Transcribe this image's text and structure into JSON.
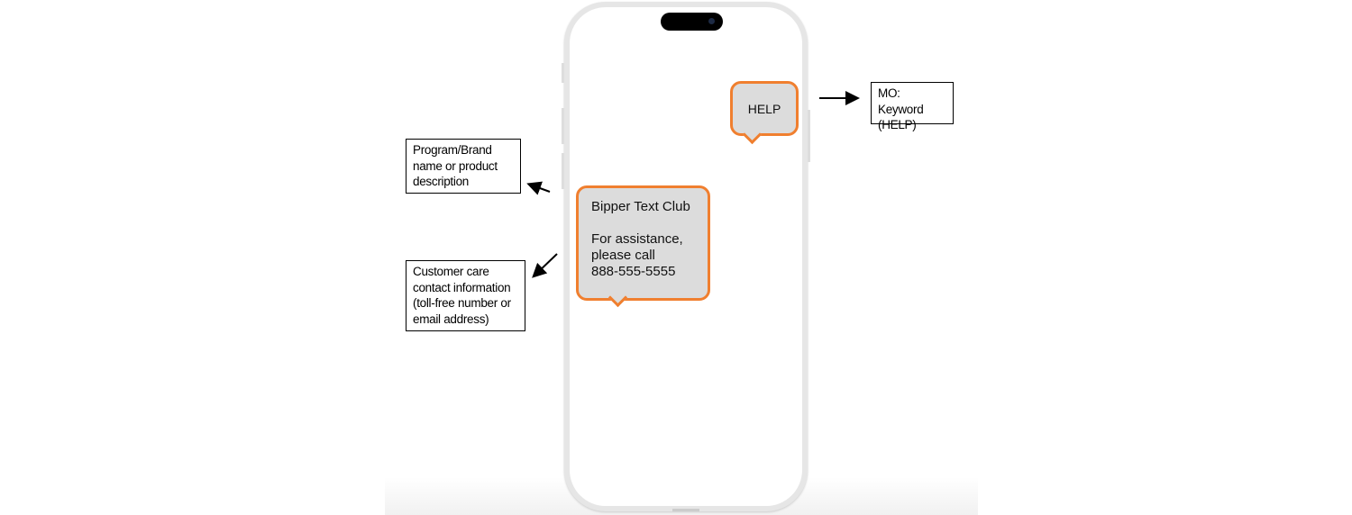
{
  "mo_message": "HELP",
  "response_message": {
    "brand": "Bipper Text Club",
    "assistance_line1": "For assistance,",
    "assistance_line2": "please call",
    "phone": "888-555-5555"
  },
  "annotations": {
    "mo_keyword": [
      "MO: Keyword",
      "(HELP)"
    ],
    "program_brand": [
      "Program/Brand",
      "name or product",
      "description"
    ],
    "customer_care": [
      "Customer care",
      "contact information",
      "(toll-free number or",
      "email address)"
    ]
  },
  "colors": {
    "bubble_border": "#f07f2f",
    "bubble_fill": "#dcdcdc"
  }
}
